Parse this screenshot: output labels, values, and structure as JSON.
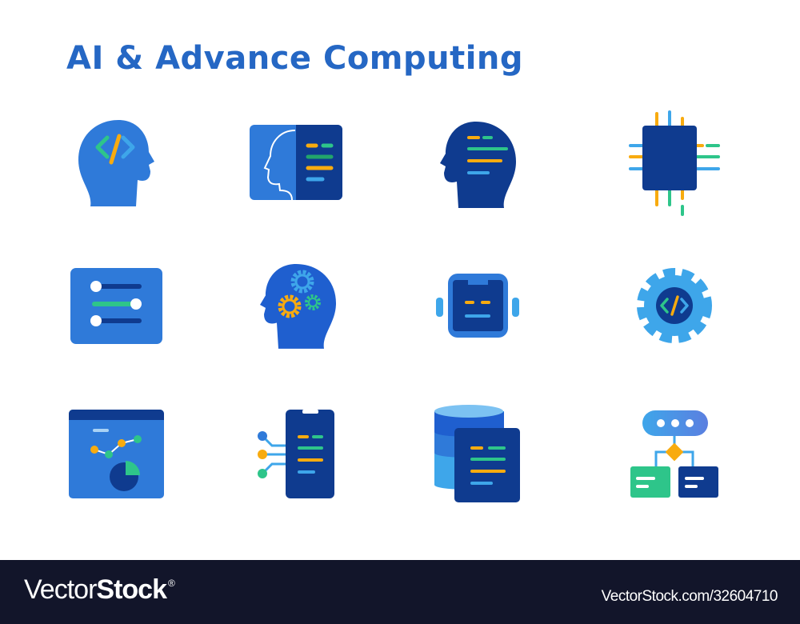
{
  "title": "AI & Advance Computing",
  "icons": [
    "ai-head-code-icon",
    "face-scan-panel-icon",
    "ai-head-data-icon",
    "processor-chip-icon",
    "settings-sliders-icon",
    "head-gears-icon",
    "robot-face-icon",
    "gear-code-icon",
    "analytics-browser-icon",
    "phone-circuit-icon",
    "database-document-icon",
    "flowchart-icon"
  ],
  "colors": {
    "blue": "#2f7ad9",
    "navy": "#0f3b8f",
    "light_blue": "#3ea6ea",
    "orange": "#f8ab0f",
    "green": "#2ec58a",
    "title": "#2567c4",
    "footer_bg": "#12152a"
  },
  "footer": {
    "brand_light": "Vector",
    "brand_bold": "Stock",
    "registered": "®",
    "url": "VectorStock.com/32604710"
  }
}
